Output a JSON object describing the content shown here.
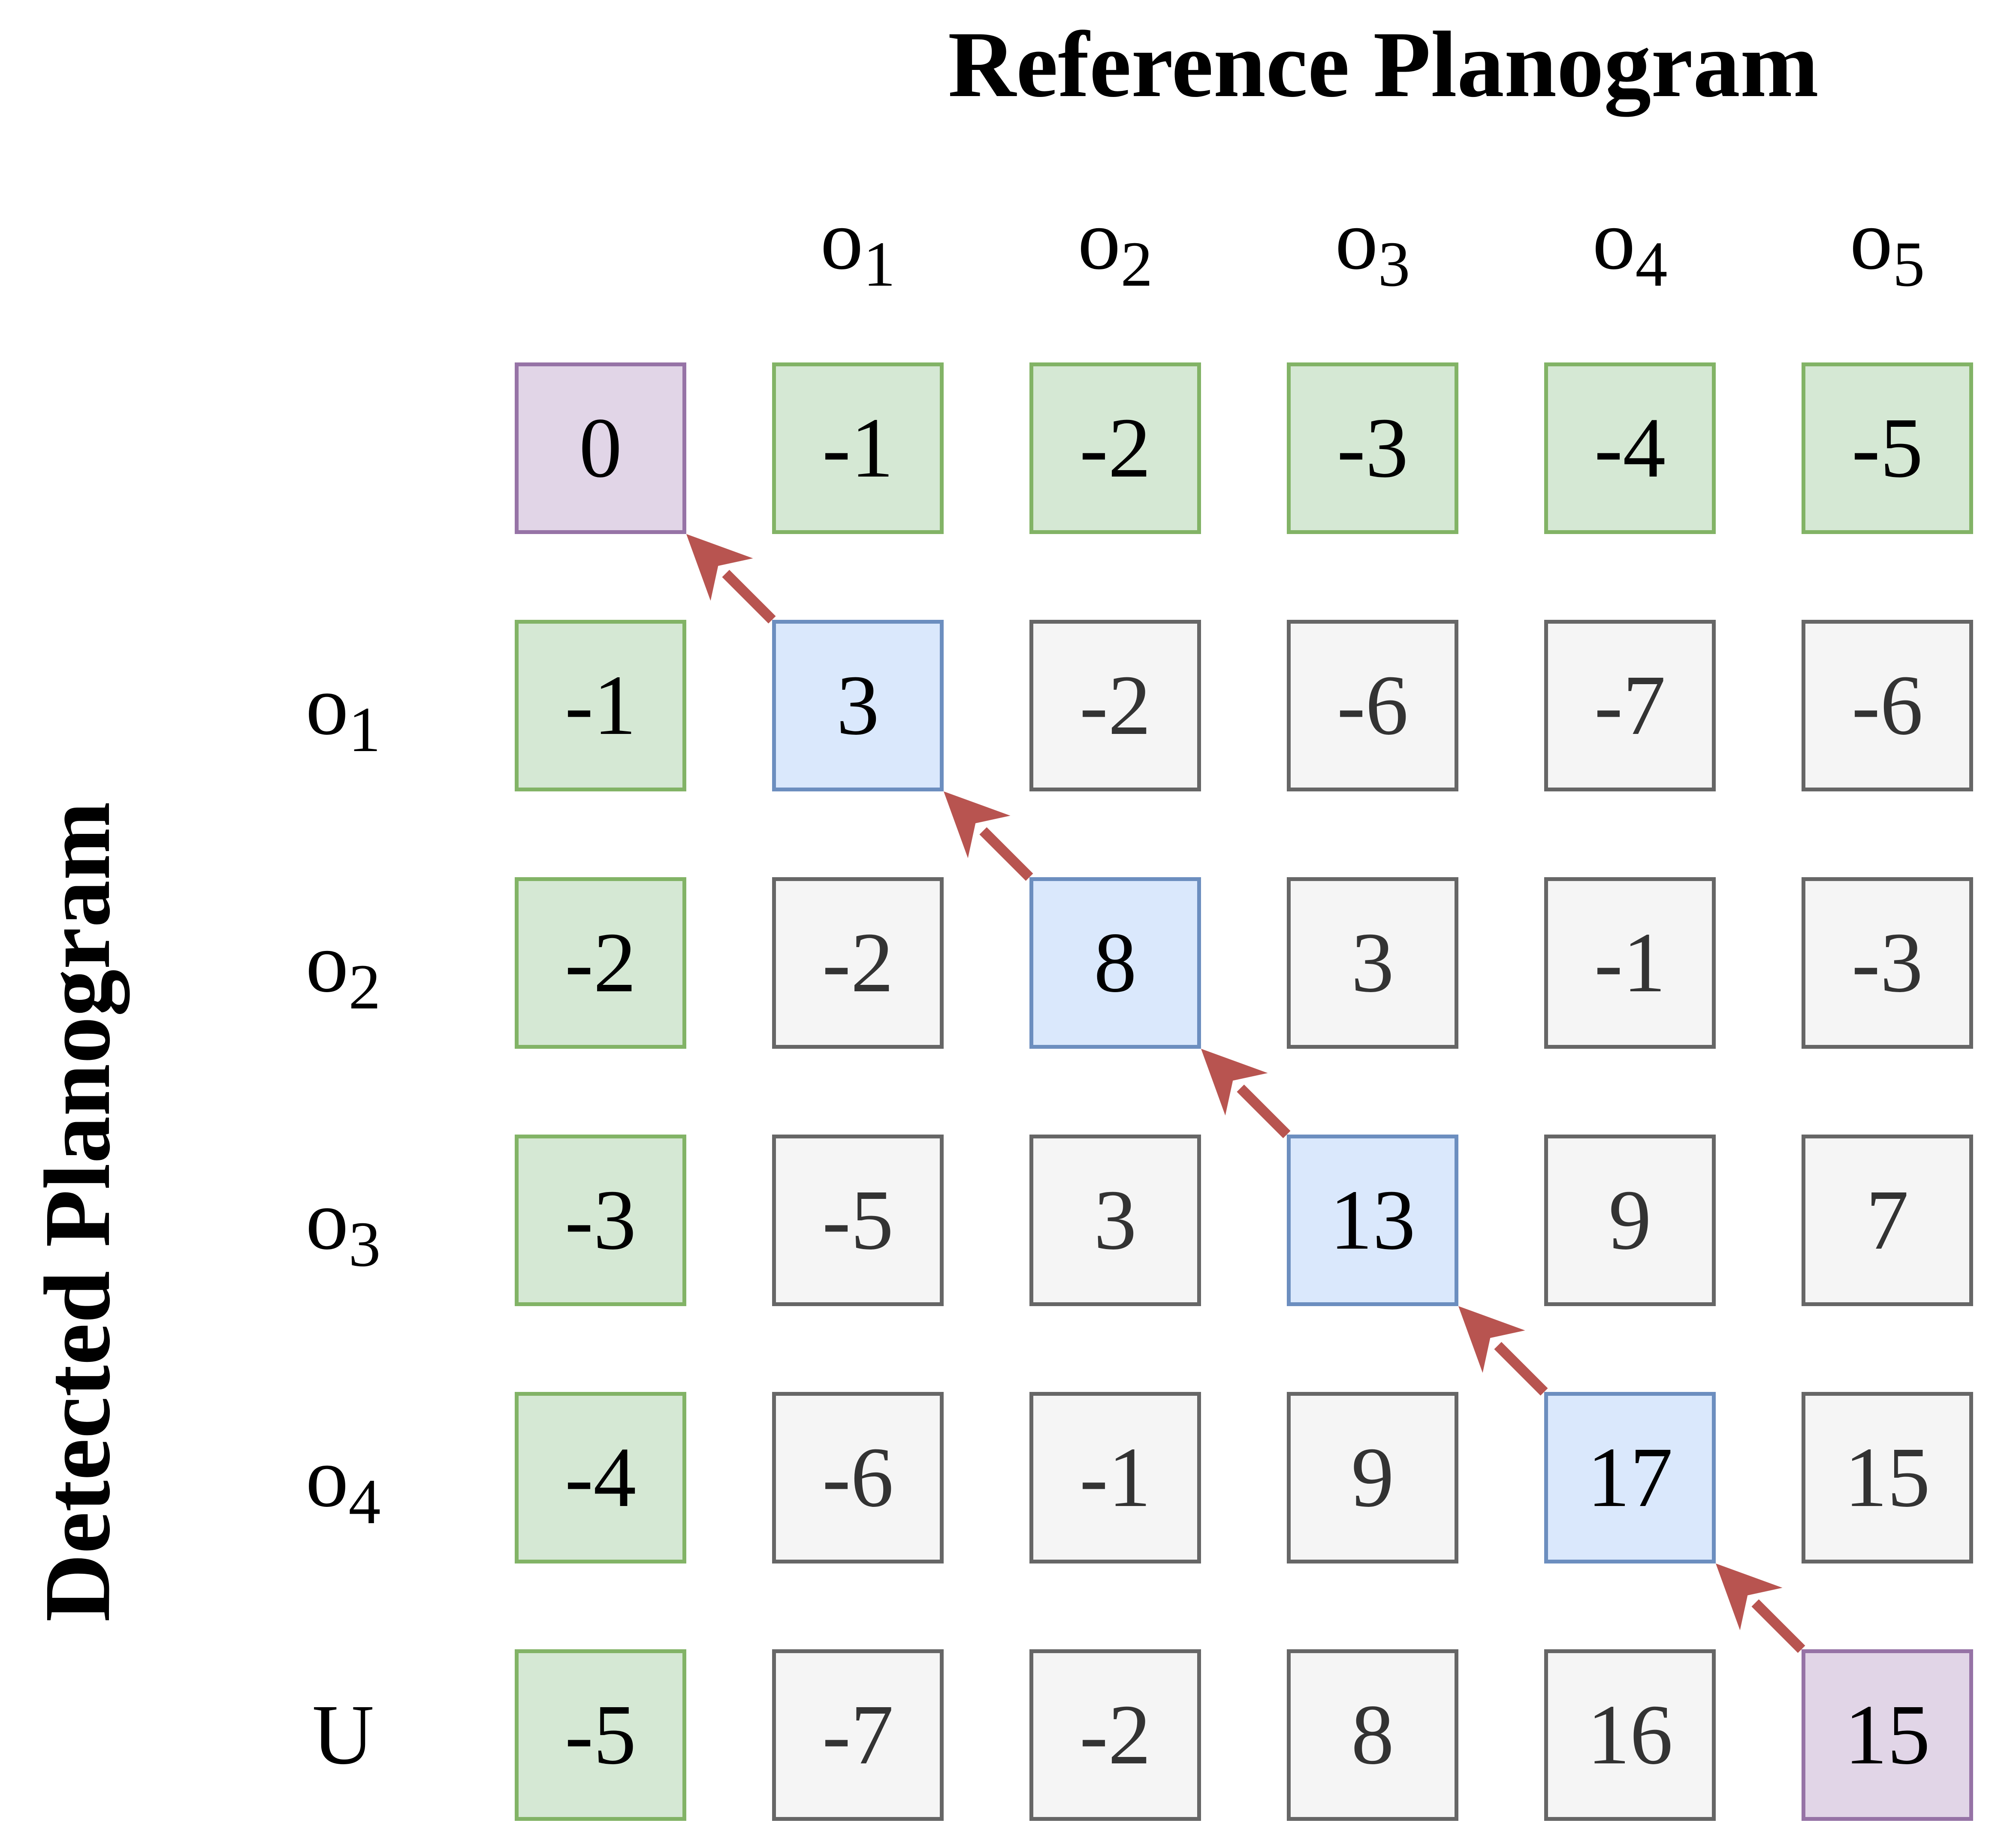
{
  "reference_title": "Reference Planogram",
  "detected_title": "Detected Planogram",
  "columns": [
    {
      "base": "o",
      "sub": "1"
    },
    {
      "base": "o",
      "sub": "2"
    },
    {
      "base": "o",
      "sub": "3"
    },
    {
      "base": "o",
      "sub": "4"
    },
    {
      "base": "o",
      "sub": "5"
    }
  ],
  "rows": [
    {
      "base": "",
      "sub": ""
    },
    {
      "base": "o",
      "sub": "1"
    },
    {
      "base": "o",
      "sub": "2"
    },
    {
      "base": "o",
      "sub": "3"
    },
    {
      "base": "o",
      "sub": "4"
    },
    {
      "base": "U",
      "sub": ""
    }
  ],
  "matrix": [
    [
      "0",
      "-1",
      "-2",
      "-3",
      "-4",
      "-5"
    ],
    [
      "-1",
      "3",
      "-2",
      "-6",
      "-7",
      "-6"
    ],
    [
      "-2",
      "-2",
      "8",
      "3",
      "-1",
      "-3"
    ],
    [
      "-3",
      "-5",
      "3",
      "13",
      "9",
      "7"
    ],
    [
      "-4",
      "-6",
      "-1",
      "9",
      "17",
      "15"
    ],
    [
      "-5",
      "-7",
      "-2",
      "8",
      "16",
      "15"
    ]
  ],
  "cell_kinds": [
    [
      "endpoint",
      "init",
      "init",
      "init",
      "init",
      "init"
    ],
    [
      "init",
      "path",
      "normal",
      "normal",
      "normal",
      "normal"
    ],
    [
      "init",
      "normal",
      "path",
      "normal",
      "normal",
      "normal"
    ],
    [
      "init",
      "normal",
      "normal",
      "path",
      "normal",
      "normal"
    ],
    [
      "init",
      "normal",
      "normal",
      "normal",
      "path",
      "normal"
    ],
    [
      "init",
      "normal",
      "normal",
      "normal",
      "normal",
      "endpoint"
    ]
  ],
  "traceback": [
    [
      5,
      5
    ],
    [
      4,
      4
    ],
    [
      3,
      3
    ],
    [
      2,
      2
    ],
    [
      1,
      1
    ],
    [
      0,
      0
    ]
  ],
  "colors": {
    "init_fill": "#d5e8d4",
    "init_stroke": "#82b366",
    "path_fill": "#dae8fc",
    "path_stroke": "#6c8ebf",
    "endpoint_fill": "#e1d5e7",
    "endpoint_stroke": "#9673a6",
    "normal_fill": "#f5f5f5",
    "normal_stroke": "#666666",
    "arrow": "#b85450"
  }
}
